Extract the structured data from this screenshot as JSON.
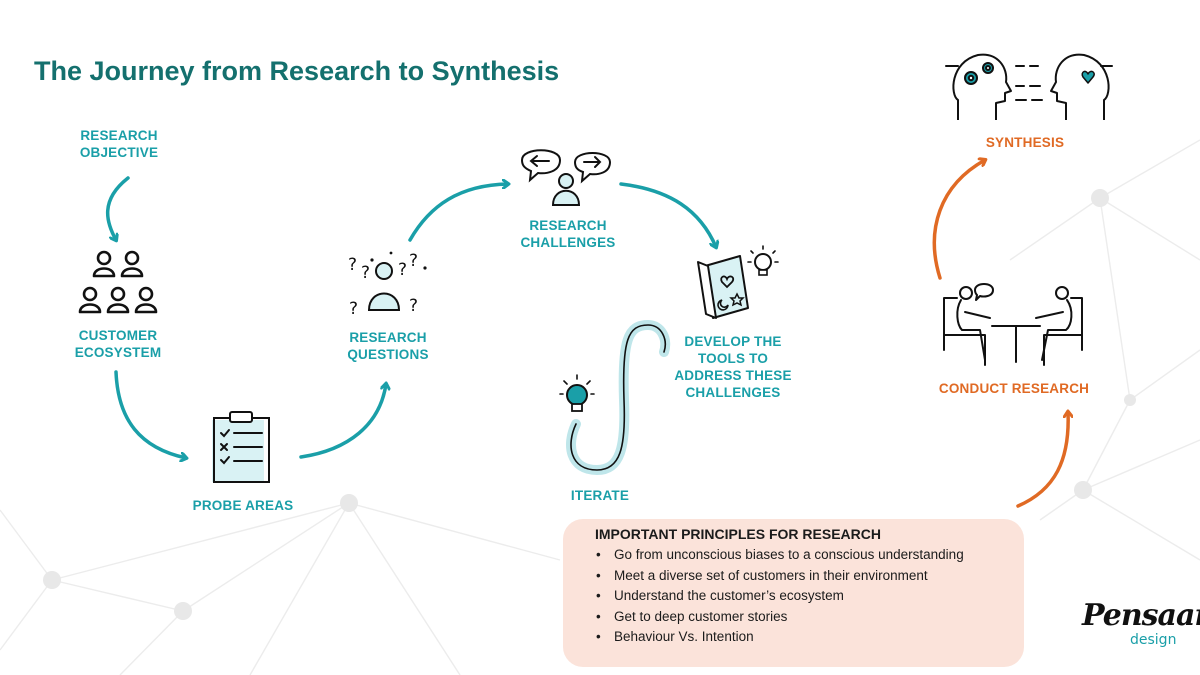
{
  "title": "The Journey from Research to Synthesis",
  "colors": {
    "teal": "#1a9fa8",
    "dark_teal": "#14706e",
    "orange": "#e06a24",
    "box_bg": "#fbe3da"
  },
  "steps": {
    "research_objective": [
      "RESEARCH",
      "OBJECTIVE"
    ],
    "customer_ecosystem": [
      "CUSTOMER",
      "ECOSYSTEM"
    ],
    "probe_areas": "PROBE AREAS",
    "research_questions": [
      "RESEARCH",
      "QUESTIONS"
    ],
    "research_challenges": [
      "RESEARCH",
      "CHALLENGES"
    ],
    "develop_tools": [
      "DEVELOP THE",
      "TOOLS TO",
      "ADDRESS THESE",
      "CHALLENGES"
    ],
    "iterate": "ITERATE",
    "conduct_research": "CONDUCT RESEARCH",
    "synthesis": "SYNTHESIS"
  },
  "principles": {
    "title": "IMPORTANT PRINCIPLES FOR RESEARCH",
    "bullet": "•",
    "items": [
      "Go from unconscious biases to a conscious understanding",
      "Meet a diverse set of customers in their environment",
      "Understand the customer’s ecosystem",
      "Get to deep customer stories",
      "Behaviour Vs. Intention"
    ]
  },
  "logo": {
    "main": "Pensaar",
    "sub": "design"
  },
  "icons": [
    "people-group-icon",
    "clipboard-checklist-icon",
    "person-questions-icon",
    "person-arrows-icon",
    "card-lightbulb-icon",
    "lightbulb-icon",
    "two-people-table-icon",
    "two-heads-icon"
  ]
}
